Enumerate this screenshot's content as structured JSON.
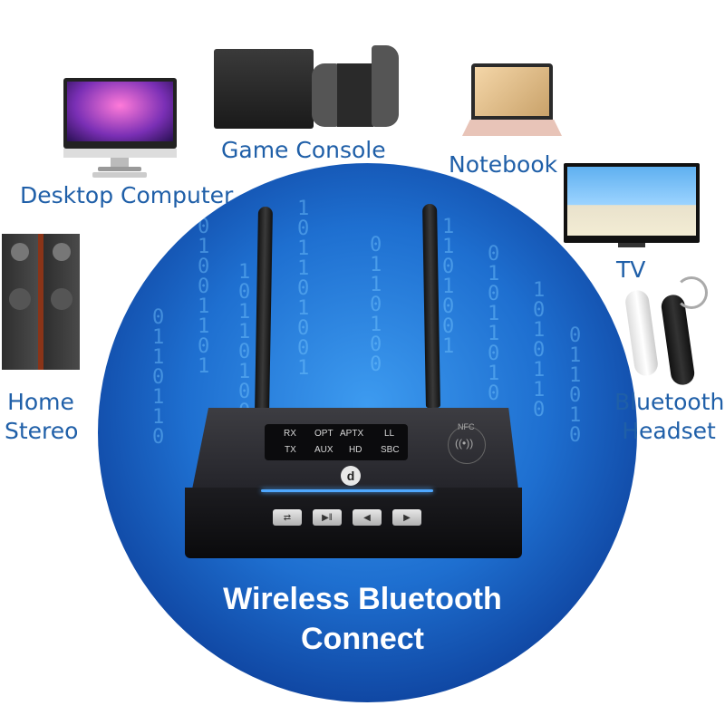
{
  "labels": {
    "game_console": "Game Console",
    "desktop_computer": "Desktop Computer",
    "notebook": "Notebook",
    "tv": "TV",
    "home_stereo": "Home\nStereo",
    "bluetooth_headset": "Bluetooth\nHeadset"
  },
  "headline": {
    "line1": "Wireless Bluetooth",
    "line2": "Connect"
  },
  "device": {
    "indicators_top": [
      "RX",
      "OPT",
      "APTX",
      "LL"
    ],
    "indicators_bottom": [
      "TX",
      "AUX",
      "HD",
      "SBC"
    ],
    "nfc": "NFC",
    "logo": "d"
  },
  "icons": [
    "desktop-computer-icon",
    "game-console-icon",
    "notebook-icon",
    "tv-icon",
    "home-stereo-icon",
    "bluetooth-headset-icon"
  ]
}
